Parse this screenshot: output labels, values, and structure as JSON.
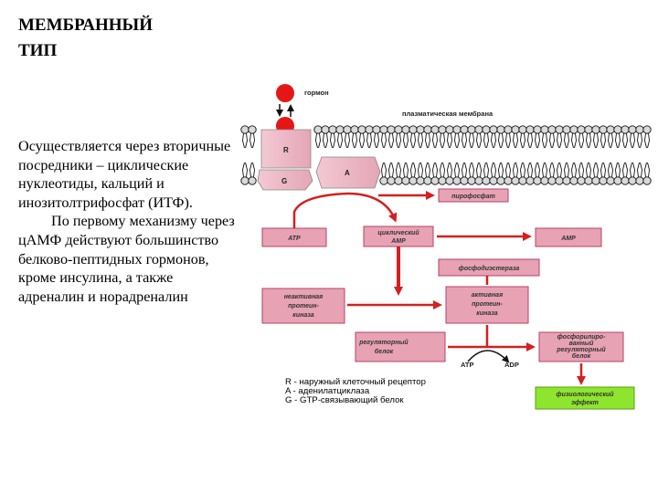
{
  "slide": {
    "title": "МЕМБРАННЫЙ\nТИП",
    "para1": "Осуществляется через вторичные посредники – циклические нуклеотиды, кальций и инозитолтрифосфат (ИТФ).",
    "para2": "По первому механизму через цАМФ действуют большинство белково-пептидных гормонов, кроме инсулина, а также адреналин и норадреналин"
  },
  "diagram": {
    "hormone_label": "гормон",
    "membrane_label": "плазматическая мембрана",
    "receptor_label": "R",
    "gprotein_label": "G",
    "enzyme_label": "A",
    "pyrophosphate": "пирофосфат",
    "atp": "ATP",
    "camp_line1": "циклический",
    "camp_line2": "AMP",
    "amp": "AMP",
    "phosphodiesterase": "фосфодиэстераза",
    "inactive_kinase_1": "неактивная",
    "inactive_kinase_2": "протеин-",
    "inactive_kinase_3": "киназа",
    "active_kinase_1": "активная",
    "active_kinase_2": "протеин-",
    "active_kinase_3": "киназа",
    "reg_protein_1": "регуляторный",
    "reg_protein_2": "белок",
    "small_atp": "ATP",
    "small_adp": "ADP",
    "phos_protein_1": "фосфорилиро-",
    "phos_protein_2": "ванный",
    "phos_protein_3": "регуляторный",
    "phos_protein_4": "белок",
    "effect_1": "физиологический",
    "effect_2": "эффект",
    "legend_r": "R - наружный клеточный рецептор",
    "legend_a": "A - аденилатциклаза",
    "legend_g": "G - GTP-связывающий белок"
  },
  "colors": {
    "box_fill": "#e7a2b4",
    "box_stroke": "#b8406a",
    "arrow_red": "#d32020",
    "hormone_red": "#e51616",
    "effect_fill": "#8ee52e",
    "membrane_head": "#d9d9d9"
  }
}
